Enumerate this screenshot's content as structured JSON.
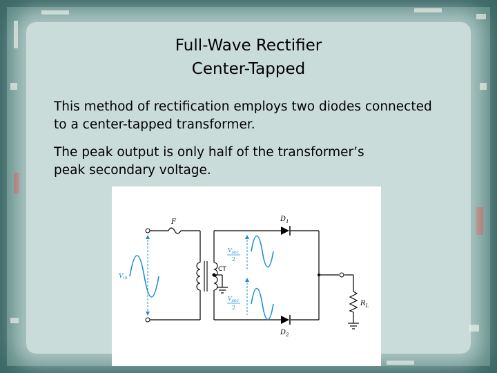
{
  "slide": {
    "title_line1": "Full-Wave Rectifier",
    "title_line2": "Center-Tapped",
    "paragraph1_line1": "This method of rectification employs two diodes connected",
    "paragraph1_line2": "to a center-tapped transformer.",
    "paragraph2_line1": "The peak output is only half of the transformer’s",
    "paragraph2_line2": "peak secondary voltage."
  },
  "circuit": {
    "fuse_label": "F",
    "vin_label": "V",
    "vin_sub": "in",
    "ct_label": "CT",
    "vsec_label": "V",
    "vsec_sub": "sec",
    "vsec_den": "2",
    "d1_label": "D",
    "d1_sub": "1",
    "d2_label": "D",
    "d2_sub": "2",
    "rl_label": "R",
    "rl_sub": "L"
  },
  "colors": {
    "wire": "#000000",
    "waveform": "#1e8cd2"
  }
}
